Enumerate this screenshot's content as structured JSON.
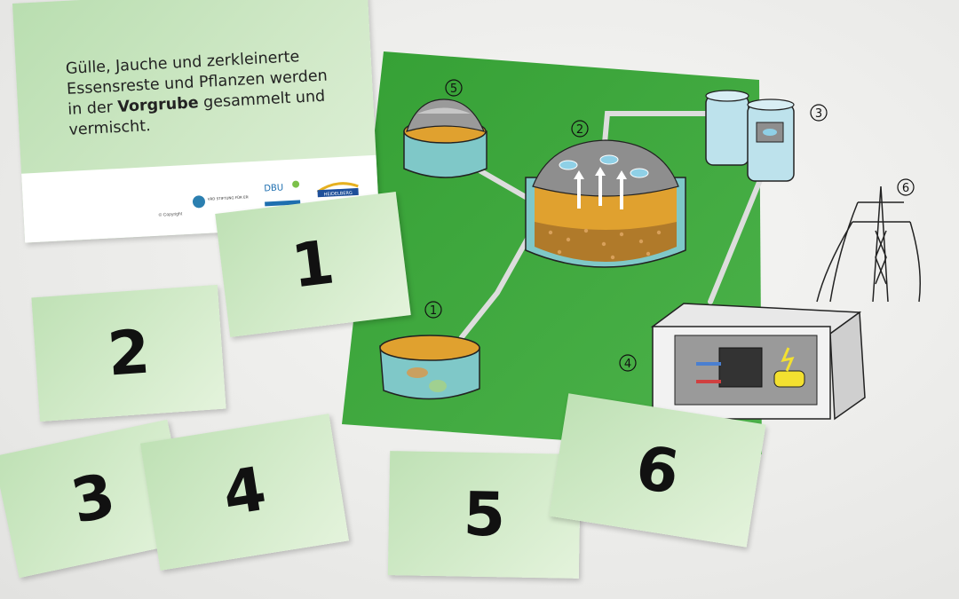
{
  "info_card": {
    "line1": "Gülle, Jauche und zerkleinerte",
    "line2": "Essensreste und Pflanzen werden",
    "line3_pre": "in der ",
    "line3_bold": "Vorgrube",
    "line3_post": " gesammelt und",
    "line4": "vermischt.",
    "copyright": "© Copyright",
    "logo_vrd": "VRD STIFTUNG FÜR ERNEUERBARE ENERGIEN",
    "logo_dbu": "DBU",
    "logo_heidelberg": "HEIDELBERG"
  },
  "poster": {
    "labels": [
      "1",
      "2",
      "3",
      "4",
      "5",
      "6"
    ],
    "colors": {
      "background": "#3fa83e",
      "tank": "#7fc8c8",
      "slurry": "#e0a12f",
      "sediment": "#b07a2a",
      "gas": "#8e8e8e",
      "engine": "#f3e030"
    }
  },
  "number_cards": [
    {
      "value": "1"
    },
    {
      "value": "2"
    },
    {
      "value": "3"
    },
    {
      "value": "4"
    },
    {
      "value": "5"
    },
    {
      "value": "6"
    }
  ]
}
